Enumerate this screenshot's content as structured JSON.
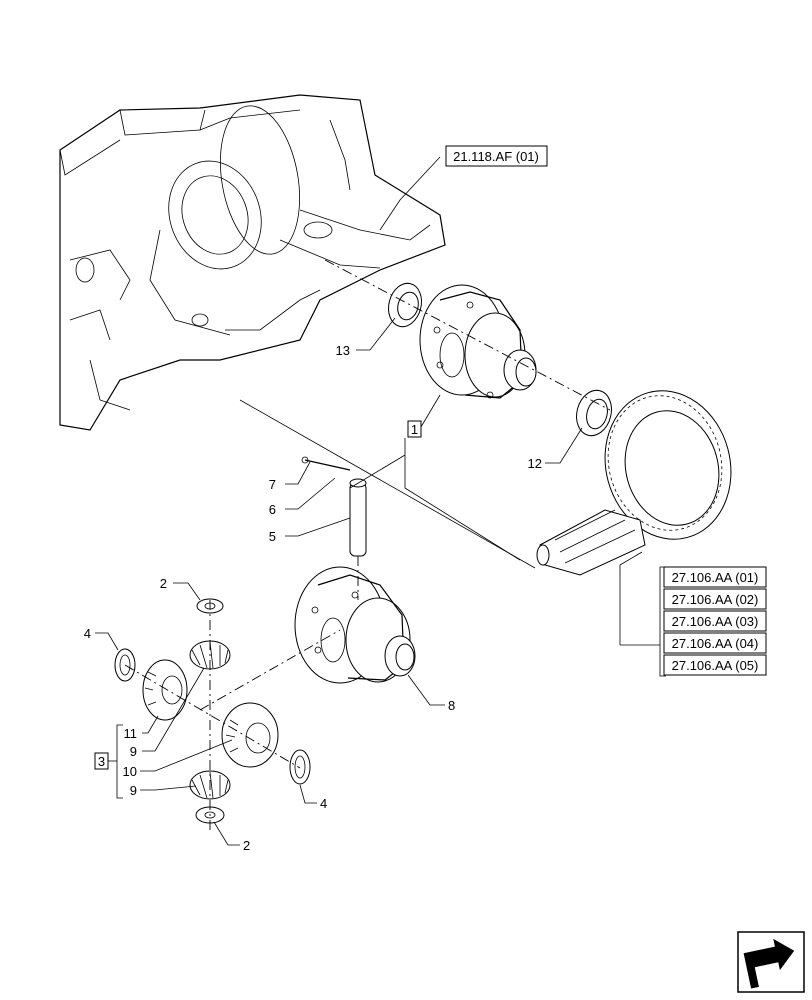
{
  "references": {
    "housing_ref": "21.118.AF (01)",
    "gear_refs": [
      "27.106.AA (01)",
      "27.106.AA (02)",
      "27.106.AA (03)",
      "27.106.AA (04)",
      "27.106.AA (05)"
    ]
  },
  "callouts": {
    "c13": "13",
    "c12": "12",
    "c7": "7",
    "c6": "6",
    "c5": "5",
    "c8": "8",
    "c2a": "2",
    "c2b": "2",
    "c4a": "4",
    "c4b": "4",
    "c11": "11",
    "c9a": "9",
    "c10": "10",
    "c9b": "9"
  },
  "groups": {
    "g1": "1",
    "g3": "3"
  },
  "nav": {
    "icon": "next-page-arrow-icon"
  }
}
